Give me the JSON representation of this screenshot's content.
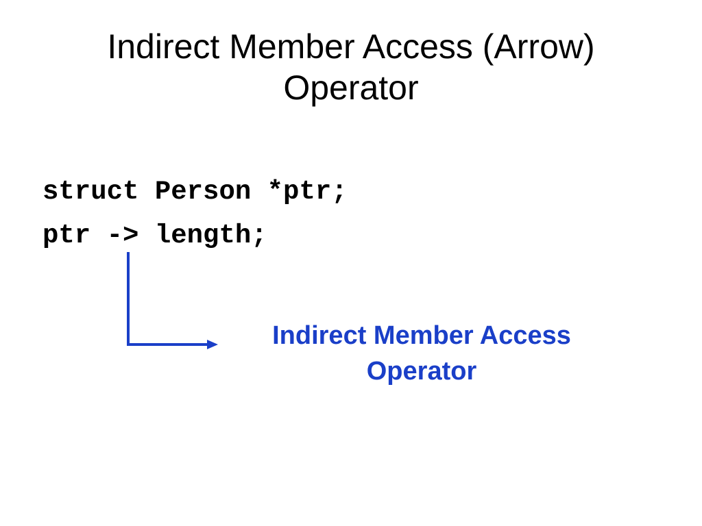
{
  "slide": {
    "title_line1": "Indirect Member Access (Arrow)",
    "title_line2": "Operator",
    "code": [
      "struct Person *ptr;",
      "ptr -> length;"
    ],
    "annotation_line1": "Indirect Member Access",
    "annotation_line2": "Operator"
  },
  "colors": {
    "accent": "#1a3fc8",
    "text": "#000000",
    "background": "#ffffff"
  }
}
